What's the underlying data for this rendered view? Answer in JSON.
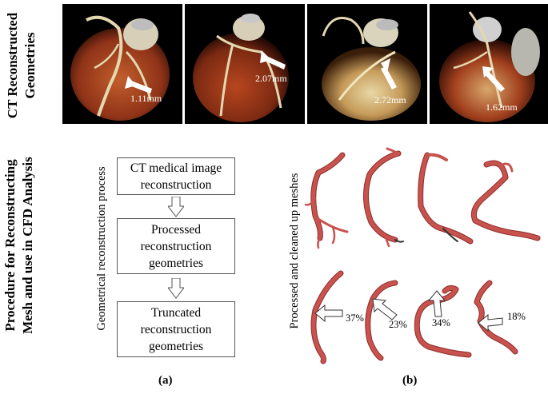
{
  "left_labels": {
    "ct_reconstructed": [
      "CT Reconstructed",
      "Geometries"
    ],
    "procedure": [
      "Procedure for Reconstructing",
      "Mesh and use in CFD Analysis"
    ]
  },
  "ct_panels": [
    {
      "measurement": "1.11mm",
      "icon": "heart-ct-render"
    },
    {
      "measurement": "2.07mm",
      "icon": "heart-ct-render"
    },
    {
      "measurement": "2.72mm",
      "icon": "heart-ct-render"
    },
    {
      "measurement": "1.62mm",
      "icon": "heart-ct-render"
    }
  ],
  "process_label": "Geometrical reconstruction process",
  "flow_steps": [
    {
      "text": "CT medical image reconstruction"
    },
    {
      "text": "Processed reconstruction geometries"
    },
    {
      "text": "Truncated reconstruction geometries"
    }
  ],
  "mesh_label": "Processed and cleaned up meshes",
  "stenosis": [
    {
      "percent": "37%"
    },
    {
      "percent": "23%"
    },
    {
      "percent": "34%"
    },
    {
      "percent": "18%"
    }
  ],
  "subfigure_labels": {
    "a": "(a)",
    "b": "(b)"
  },
  "colors": {
    "vessel": "#c8524d",
    "vessel_dark": "#8e2f2c",
    "heart": "#b94a26",
    "bone": "#d8c9a3"
  }
}
